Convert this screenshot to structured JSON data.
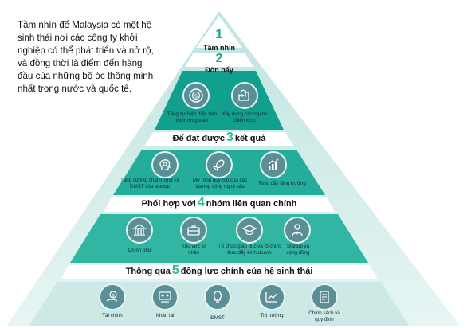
{
  "description": "Tầm nhìn để Malaysia có một hệ sinh thái nơi các công ty khởi nghiệp có thể phát triển và nở rộ, và đồng thời là điểm đến hàng đầu của những bộ óc thông minh nhất trong nước và quốc tế.",
  "tiers": {
    "vision": {
      "number": "1",
      "label": "Tầm nhìn"
    },
    "levers": {
      "number": "2",
      "label": "Đòn bẩy",
      "items": [
        "Tăng sự hiện diện trên thị trường toàn",
        "Xây dựng các ngành chiến lược"
      ]
    },
    "outcomes": {
      "prefix": "Để đạt được",
      "number": "3",
      "suffix": "kết quả",
      "items": [
        "Tăng cường chất lượng và ĐMST của startup",
        "Mở rộng quy mô của các startup công nghệ sâu",
        "Thúc đẩy tăng trưởng"
      ]
    },
    "groups": {
      "prefix": "Phối hợp với",
      "number": "4",
      "suffix": "nhóm liên quan chính",
      "items": [
        "Chính phủ",
        "Khu vực tư nhân",
        "Tổ chức giáo dục và tổ chức thúc đẩy kinh doanh",
        "Startup và cộng đồng"
      ]
    },
    "drivers": {
      "prefix": "Thông qua",
      "number": "5",
      "suffix": "động lực chính của hệ sinh thái",
      "items": [
        "Tài chính",
        "Nhân tài",
        "ĐMST",
        "Thị trường",
        "Chính sách và quy định"
      ]
    }
  },
  "icons": [
    "target-dollar-icon",
    "factory-chart-icon",
    "head-gears-icon",
    "rocket-icon",
    "growth-chart-icon",
    "government-building-icon",
    "briefcase-icon",
    "graduation-cap-icon",
    "businessman-icon",
    "coin-hand-icon",
    "people-network-icon",
    "lightbulb-icon",
    "market-chart-icon",
    "policy-document-icon"
  ],
  "colors": {
    "tier_dark": "#0e9f8c",
    "tier_mid": "#2db7a4",
    "tier_light": "#cde9e6",
    "icon_circle": "#5a8f95",
    "accent_number": "#2fb7a2"
  }
}
